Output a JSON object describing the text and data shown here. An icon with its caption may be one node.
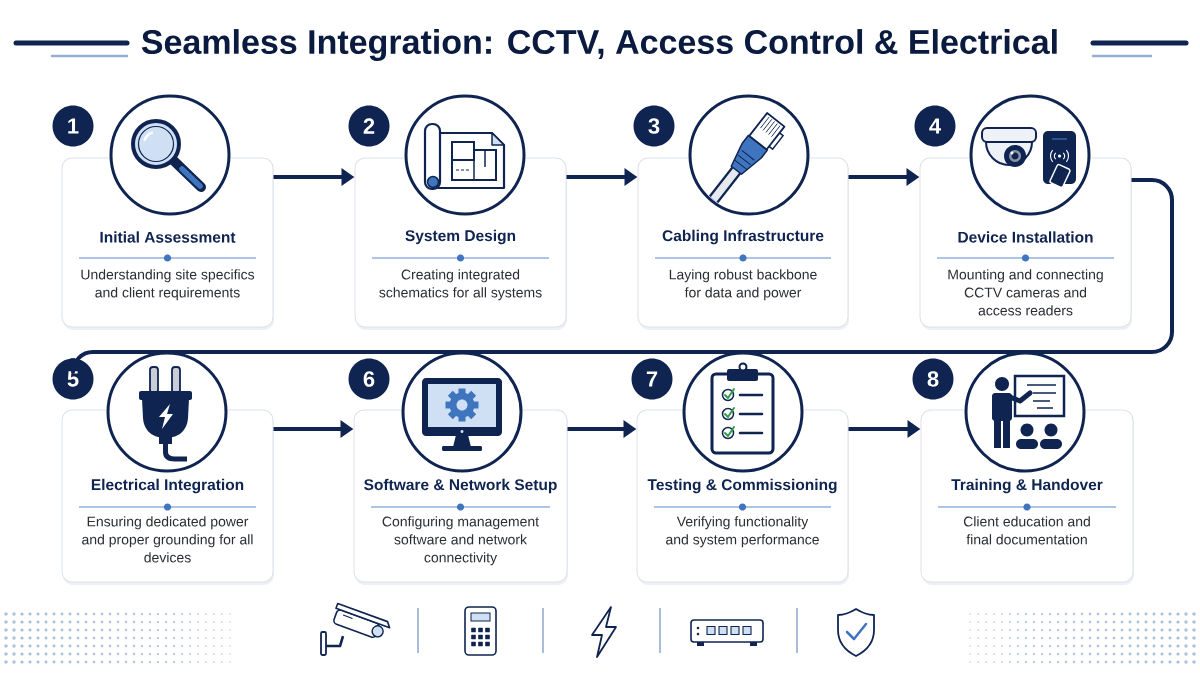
{
  "diagram": {
    "title": "Seamless Integration: CCTV, Access Control & Electrical",
    "nodes": [
      {
        "text": [
          "1"
        ]
      },
      {
        "text": [
          "Initial Assessment",
          "Understanding site specifics and client requirements"
        ]
      },
      {
        "text": [
          "2"
        ]
      },
      {
        "text": [
          "System Design",
          "Creating integrated schematics for all systems"
        ]
      },
      {
        "text": [
          "3"
        ]
      },
      {
        "text": [
          "Cabling Infrastructure",
          "Laying robust backbone for data and power"
        ]
      },
      {
        "text": [
          "4"
        ]
      },
      {
        "text": [
          "Device Installation",
          "Mounting and connecting CCTV cameras and access readers"
        ]
      },
      {
        "text": [
          "5"
        ]
      },
      {
        "text": [
          "Electrical Integration",
          "Ensuring dedicated power and proper grounding for all devices"
        ]
      },
      {
        "text": [
          "6"
        ]
      },
      {
        "text": [
          "Software & Network Setup",
          "Configuring management software and network connectivity"
        ]
      },
      {
        "text": [
          "7"
        ]
      },
      {
        "text": [
          "Testing & Commissioning",
          "Verifying functionality and system performance"
        ]
      },
      {
        "text": [
          "8"
        ]
      },
      {
        "text": [
          "Training & Handover",
          "Client education and final documentation"
        ]
      }
    ],
    "edges": [
      {
        "from": 1,
        "to": 3,
        "arrow": "to"
      },
      {
        "from": 3,
        "to": 5,
        "arrow": "to"
      },
      {
        "from": 5,
        "to": 7,
        "arrow": "to"
      },
      {
        "from": 7,
        "to": 8,
        "arrow": "none"
      },
      {
        "from": 9,
        "to": 11,
        "arrow": "to"
      },
      {
        "from": 11,
        "to": 13,
        "arrow": "to"
      },
      {
        "from": 13,
        "to": 15,
        "arrow": "to"
      }
    ]
  }
}
